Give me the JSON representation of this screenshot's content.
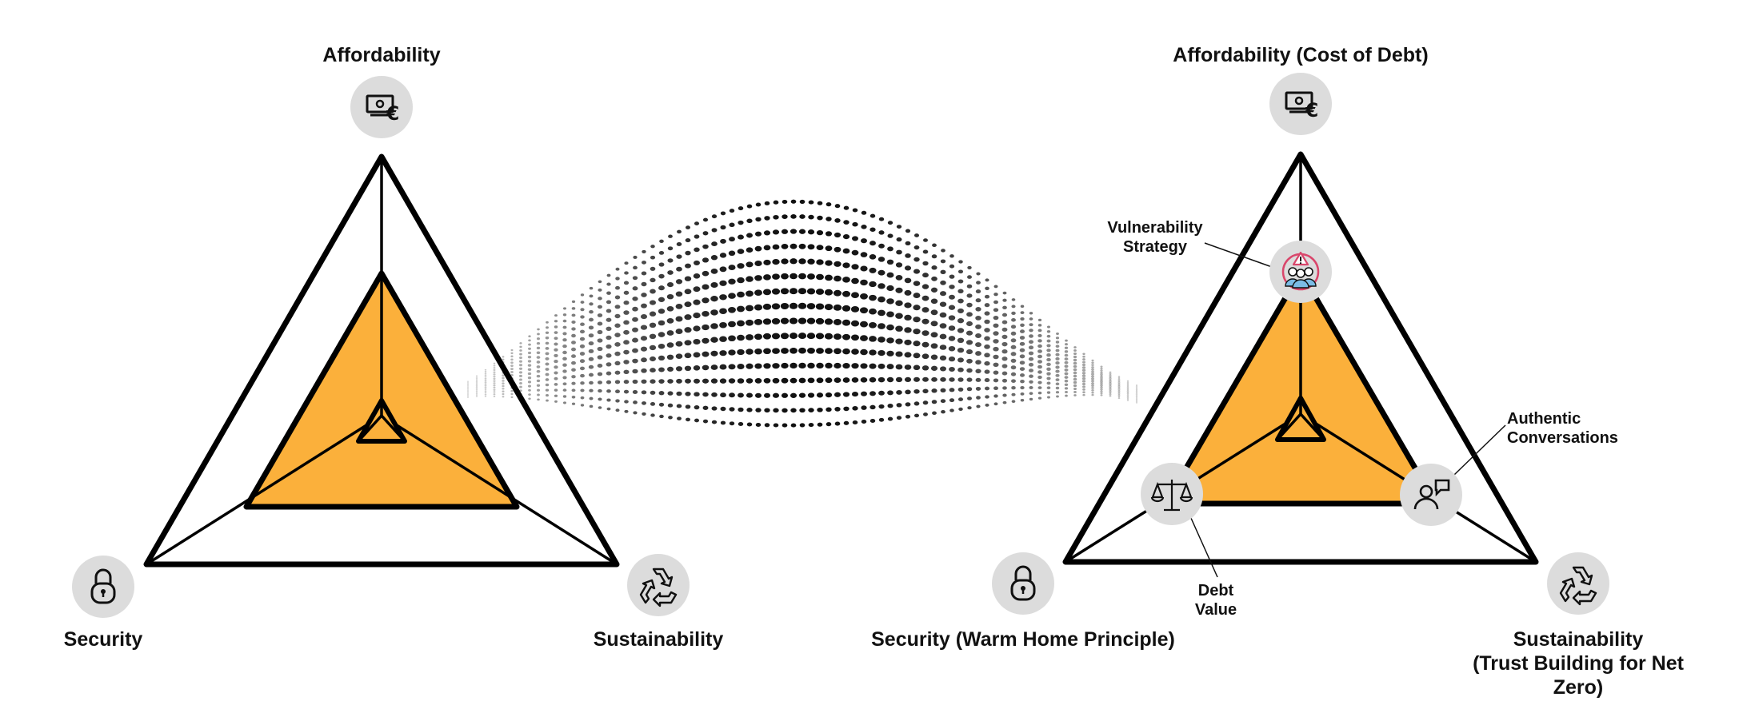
{
  "colors": {
    "fill": "#FBB03B",
    "stroke": "#000000",
    "icon_circle": "#DCDCDC",
    "vulnerability_accent": "#D9466B",
    "people_accent": "#7BBCE6"
  },
  "left_diagram": {
    "top_label": "Affordability",
    "bottom_left_label": "Security",
    "bottom_right_label": "Sustainability",
    "top_icon": "cash-euro-icon",
    "bottom_left_icon": "padlock-icon",
    "bottom_right_icon": "recycle-icon"
  },
  "right_diagram": {
    "top_label": "Affordability (Cost of Debt)",
    "bottom_left_label": "Security (Warm Home Principle)",
    "bottom_right_label_lines": [
      "Sustainability",
      "(Trust Building for Net",
      "Zero)"
    ],
    "top_icon": "cash-euro-icon",
    "bottom_left_icon": "padlock-icon",
    "bottom_right_icon": "recycle-icon",
    "callouts": {
      "vulnerability": {
        "lines": [
          "Vulnerability",
          "Strategy"
        ],
        "icon": "vulnerable-people-icon"
      },
      "authentic": {
        "lines": [
          "Authentic",
          "Conversations"
        ],
        "icon": "person-speech-icon"
      },
      "debt": {
        "lines": [
          "Debt",
          "Value"
        ],
        "icon": "scales-icon"
      }
    }
  }
}
